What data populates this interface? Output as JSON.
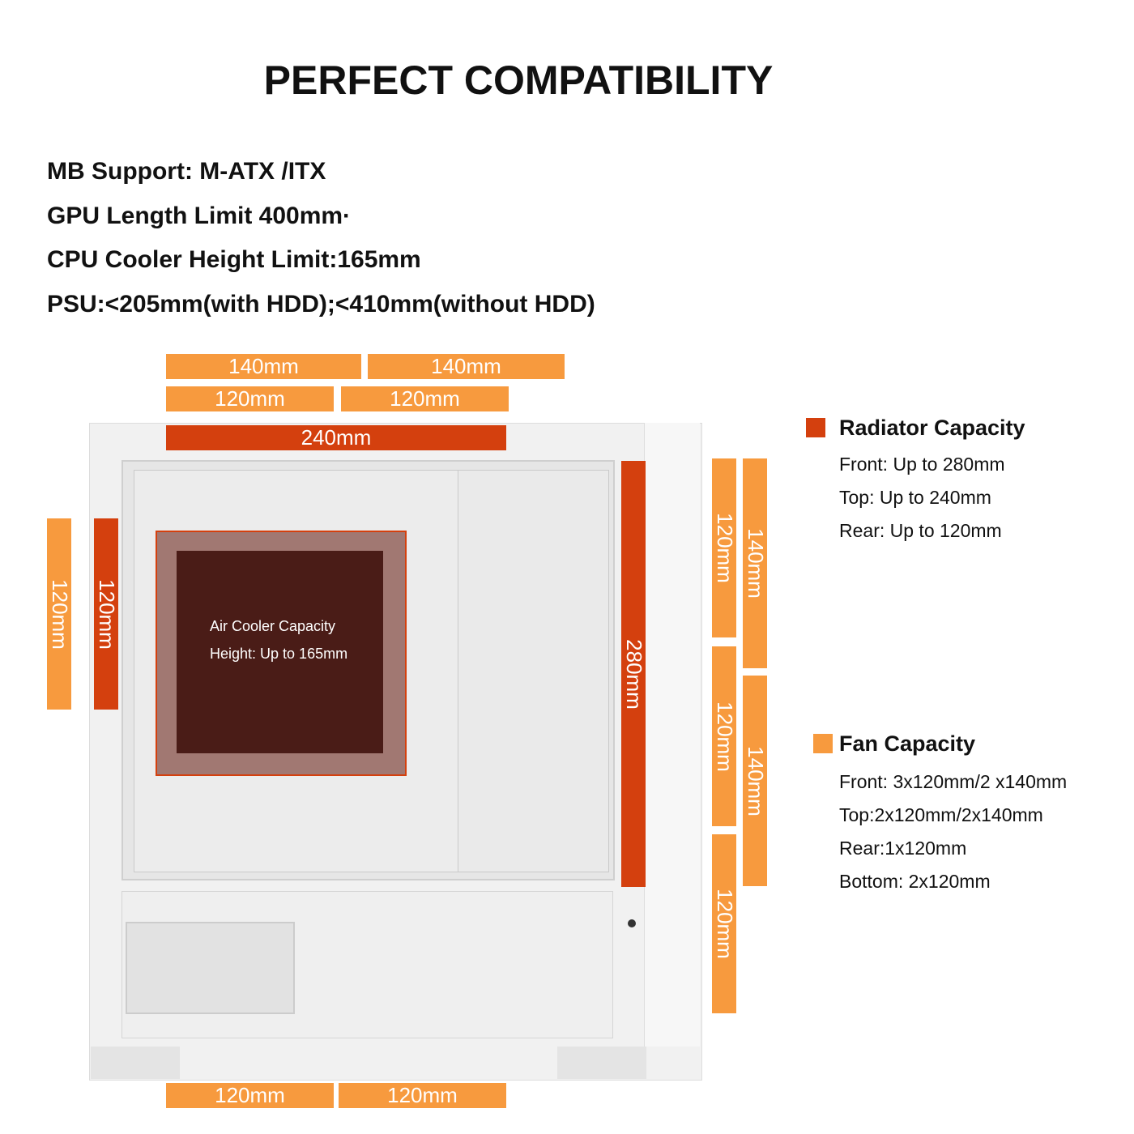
{
  "title": "PERFECT COMPATIBILITY",
  "specs": [
    "MB Support: M-ATX /ITX",
    "GPU Length Limit 400mm·",
    "CPU Cooler Height Limit:165mm",
    "PSU:<205mm(with HDD);<410mm(without HDD)"
  ],
  "colors": {
    "fan": "#F79A3E",
    "radiator": "#D4400E"
  },
  "top_bars": {
    "fan140a": "140mm",
    "fan140b": "140mm",
    "fan120a": "120mm",
    "fan120b": "120mm",
    "rad240": "240mm"
  },
  "rear_bars": {
    "fan120": "120mm",
    "rad120": "120mm"
  },
  "front_bars": {
    "rad280": "280mm",
    "fan120a": "120mm",
    "fan120b": "120mm",
    "fan120c": "120mm",
    "fan140a": "140mm",
    "fan140b": "140mm"
  },
  "bottom_bars": {
    "fan120a": "120mm",
    "fan120b": "120mm"
  },
  "air_cooler": {
    "line1": "Air Cooler Capacity",
    "line2": "Height: Up to 165mm"
  },
  "radiator_legend": {
    "title": "Radiator Capacity",
    "items": [
      "Front: Up to 280mm",
      "Top: Up to 240mm",
      "Rear: Up to 120mm"
    ]
  },
  "fan_legend": {
    "title": "Fan Capacity",
    "items": [
      "Front: 3x120mm/2 x140mm",
      "Top:2x120mm/2x140mm",
      "Rear:1x120mm",
      "Bottom: 2x120mm"
    ]
  }
}
